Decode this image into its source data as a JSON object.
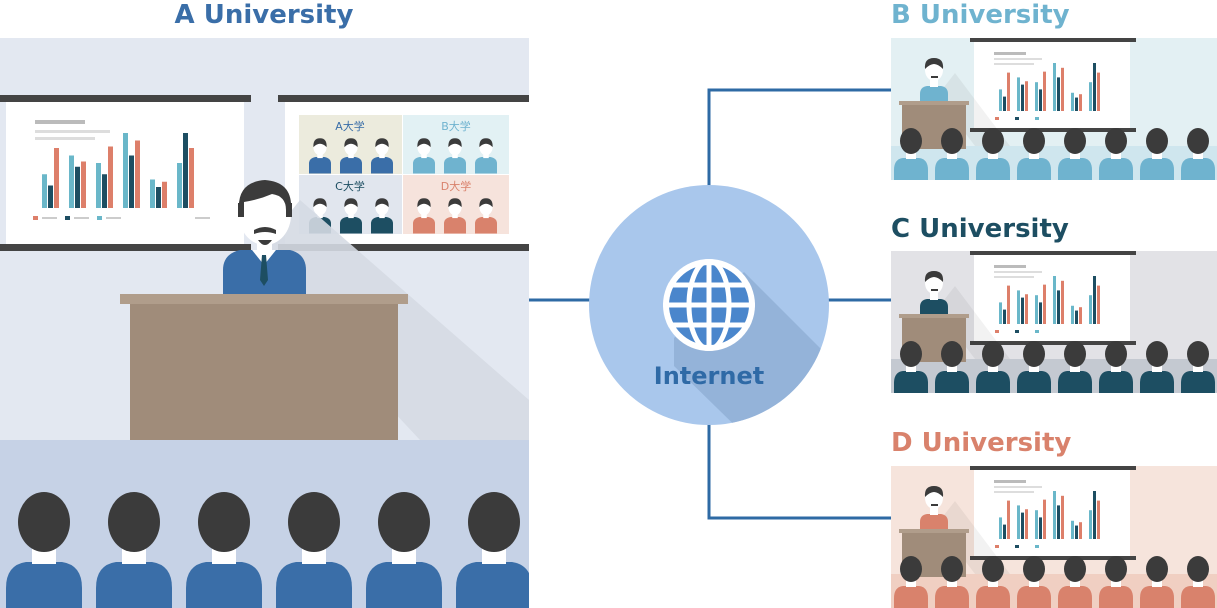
{
  "titles": {
    "a": "A University",
    "b": "B University",
    "c": "C University",
    "d": "D University"
  },
  "hub": {
    "label": "Internet"
  },
  "screen_panels": {
    "a": "A大学",
    "b": "B大学",
    "c": "C大学",
    "d": "D大学"
  },
  "colors": {
    "a_title": "#3a6ea8",
    "b_title": "#6fb3cf",
    "c_title": "#1d4e62",
    "d_title": "#d9826c",
    "a_suit": "#3a6ea8",
    "b_suit": "#6fb3cf",
    "c_suit": "#1d4e62",
    "d_suit": "#d9826c",
    "b_bg": "#e3f0f3",
    "c_bg": "#e2e2e6",
    "d_bg": "#f6e4dc",
    "a_bg": "#e3e8f1",
    "a_floor": "#c6d2e6",
    "line": "#2e6aa4",
    "hub_circle": "#a9c7ec",
    "globe": "#4a86cc",
    "podium": "#a08c7a",
    "hair": "#3b3b3b",
    "bar_orange": "#dd7f6a",
    "bar_navy": "#1d4e62",
    "bar_teal": "#6ab7c9"
  },
  "icons": [
    "globe-icon",
    "presenter-figure",
    "audience-figure",
    "bar-chart-slide"
  ]
}
